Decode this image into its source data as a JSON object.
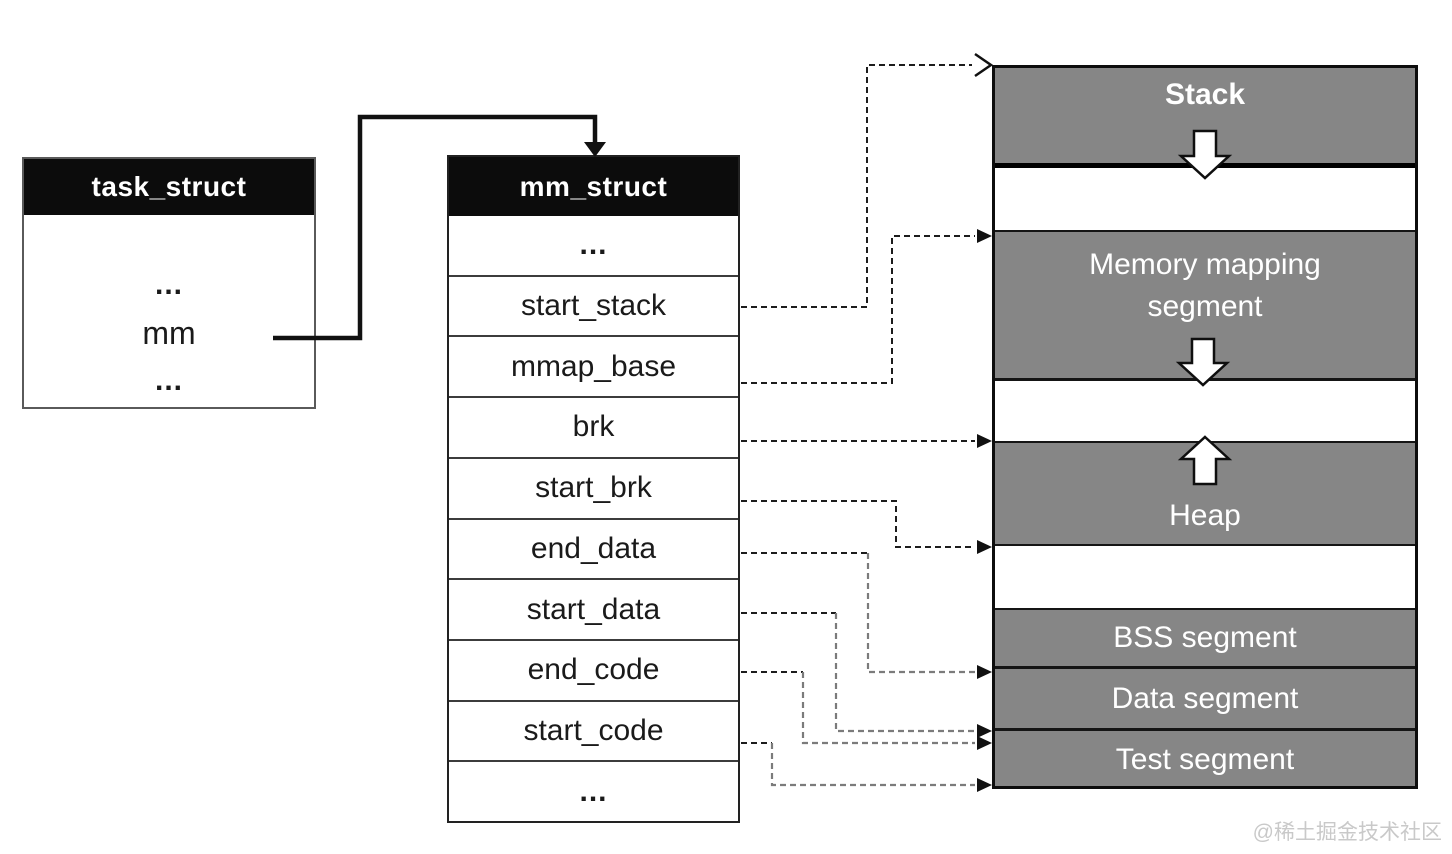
{
  "task_struct": {
    "title": "task_struct",
    "rows": [
      "...",
      "mm",
      "..."
    ]
  },
  "mm_struct": {
    "title": "mm_struct",
    "rows": [
      "...",
      "start_stack",
      "mmap_base",
      "brk",
      "start_brk",
      "end_data",
      "start_data",
      "end_code",
      "start_code",
      "..."
    ]
  },
  "memory_map": {
    "segments": [
      {
        "id": "stack",
        "label": "Stack",
        "growth_icon": "down-block-arrow"
      },
      {
        "id": "memory-mapping",
        "label": "Memory mapping segment",
        "growth_icon": "down-block-arrow"
      },
      {
        "id": "heap",
        "label": "Heap",
        "growth_icon": "up-block-arrow"
      },
      {
        "id": "bss",
        "label": "BSS segment"
      },
      {
        "id": "data",
        "label": "Data segment"
      },
      {
        "id": "test",
        "label": "Test segment"
      }
    ]
  },
  "connections": {
    "solid": [
      {
        "from": "task_struct.mm",
        "to": "mm_struct",
        "style": "solid-arrow"
      }
    ],
    "dashed": [
      {
        "from": "start_stack",
        "to": "top of Stack",
        "arrowhead": "open"
      },
      {
        "from": "mmap_base",
        "to": "top of Memory mapping segment",
        "arrowhead": "filled"
      },
      {
        "from": "brk",
        "to": "top of Heap",
        "arrowhead": "filled"
      },
      {
        "from": "start_brk",
        "to": "bottom of Heap",
        "arrowhead": "filled"
      },
      {
        "from": "end_data",
        "to": "top of Data segment",
        "arrowhead": "filled"
      },
      {
        "from": "start_data",
        "to": "bottom of Data segment",
        "arrowhead": "filled"
      },
      {
        "from": "end_code",
        "to": "top of Test segment",
        "arrowhead": "filled"
      },
      {
        "from": "start_code",
        "to": "bottom of Test segment",
        "arrowhead": "filled"
      }
    ]
  },
  "watermark": {
    "text": "@稀土掘金技术社区"
  },
  "colors": {
    "segment_gray": "#868686",
    "struct_header_bg": "#0c0c0c",
    "text_dark": "#1a1a1a",
    "segment_label": "#ffffff",
    "watermark_gray": "#c9c9c9"
  }
}
